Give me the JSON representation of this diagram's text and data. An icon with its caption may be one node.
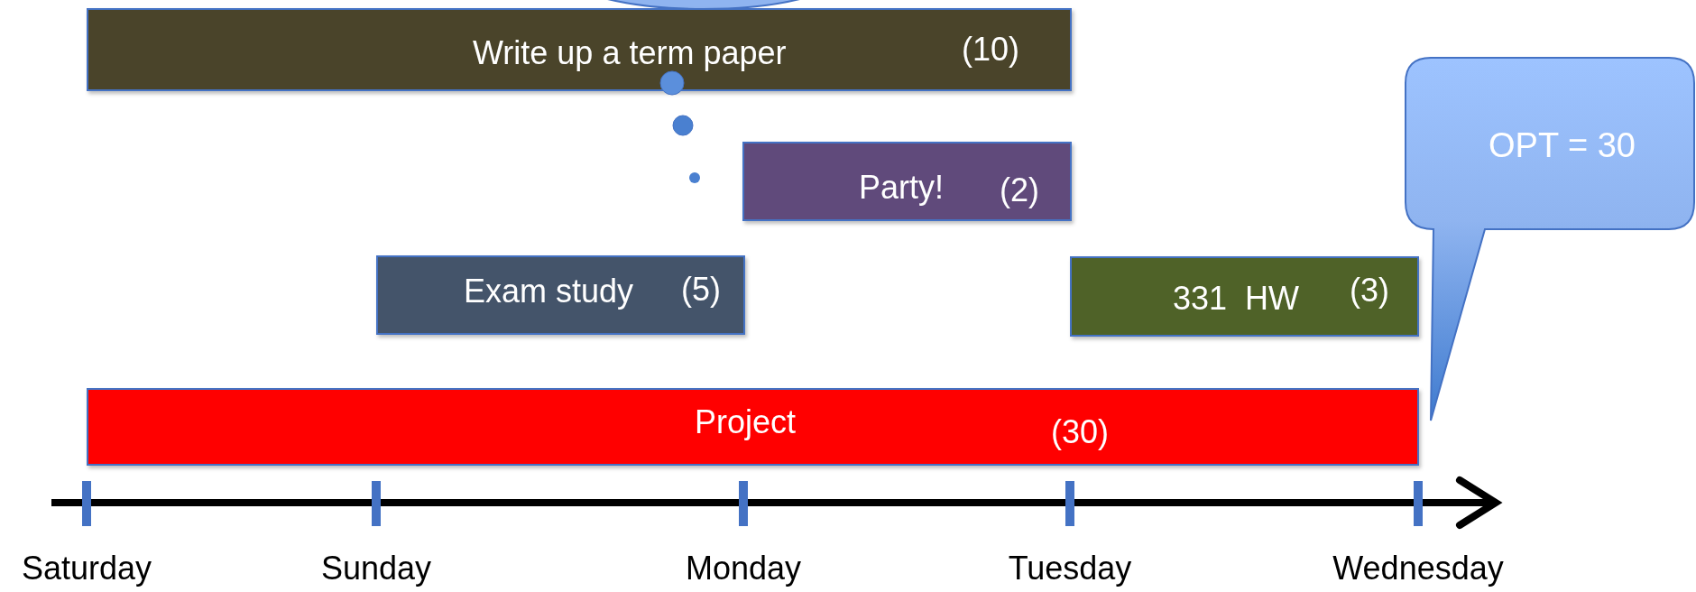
{
  "diagram": {
    "nodes": [
      {
        "text": [
          "Write up a term paper",
          "(10)"
        ]
      },
      {
        "text": [
          "Party!",
          "(2)"
        ]
      },
      {
        "text": [
          "Exam study",
          "(5)"
        ]
      },
      {
        "text": [
          "331  HW",
          "(3)"
        ]
      },
      {
        "text": [
          "Project",
          "(30)"
        ]
      },
      {
        "text": [
          "OPT = 30"
        ]
      }
    ],
    "edges": [],
    "labels": [
      "Saturday",
      "Sunday",
      "Monday",
      "Tuesday",
      "Wednesday"
    ]
  }
}
